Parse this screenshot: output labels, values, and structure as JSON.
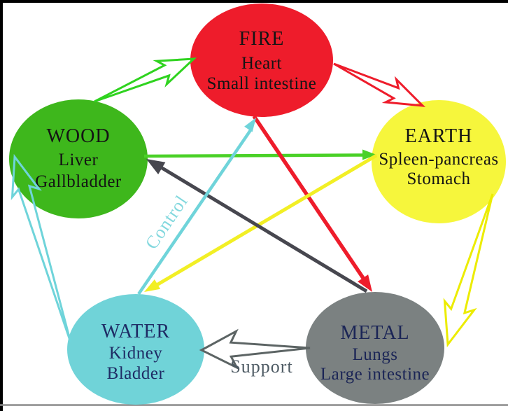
{
  "figure": {
    "type": "five-elements-cycle-diagram",
    "background": "#ffffff",
    "border_color": "#000000",
    "baseline_color": "#8c8c8c",
    "labels": {
      "control": "Control",
      "support": "Support"
    },
    "label_styles": {
      "control_color": "#83d8de",
      "support_color": "#4d5a63"
    },
    "nodes": [
      {
        "element": "FIRE",
        "organs": [
          "Heart",
          "Small intestine"
        ],
        "color": "#ee1c2b",
        "text_color": "#141414"
      },
      {
        "element": "EARTH",
        "organs": [
          "Spleen-pancreas",
          "Stomach"
        ],
        "color": "#f6f63c",
        "text_color": "#141414"
      },
      {
        "element": "METAL",
        "organs": [
          "Lungs",
          "Large intestine"
        ],
        "color": "#7b8181",
        "text_color": "#1b2556"
      },
      {
        "element": "WATER",
        "organs": [
          "Kidney",
          "Bladder"
        ],
        "color": "#70d3d8",
        "text_color": "#1e2b64"
      },
      {
        "element": "WOOD",
        "organs": [
          "Liver",
          "Gallbladder"
        ],
        "color": "#3eb71c",
        "text_color": "#141414"
      }
    ],
    "generation_cycle": [
      {
        "from": "WOOD",
        "to": "FIRE",
        "color": "#2fd31f",
        "style": "hollow"
      },
      {
        "from": "FIRE",
        "to": "EARTH",
        "color": "#ee1c2b",
        "style": "hollow"
      },
      {
        "from": "EARTH",
        "to": "METAL",
        "color": "#ecec00",
        "style": "hollow"
      },
      {
        "from": "METAL",
        "to": "WATER",
        "color": "#5c6464",
        "style": "hollow",
        "label": "Support"
      },
      {
        "from": "WATER",
        "to": "WOOD",
        "color": "#6fd4da",
        "style": "hollow"
      }
    ],
    "control_cycle": [
      {
        "from": "WOOD",
        "to": "EARTH",
        "color": "#4ad127",
        "style": "solid"
      },
      {
        "from": "FIRE",
        "to": "METAL",
        "color": "#ee1c2b",
        "style": "solid"
      },
      {
        "from": "EARTH",
        "to": "WATER",
        "color": "#f2ef25",
        "style": "solid"
      },
      {
        "from": "METAL",
        "to": "WOOD",
        "color": "#47474f",
        "style": "solid"
      },
      {
        "from": "WATER",
        "to": "FIRE",
        "color": "#6fd4da",
        "style": "solid",
        "label": "Control"
      }
    ]
  }
}
